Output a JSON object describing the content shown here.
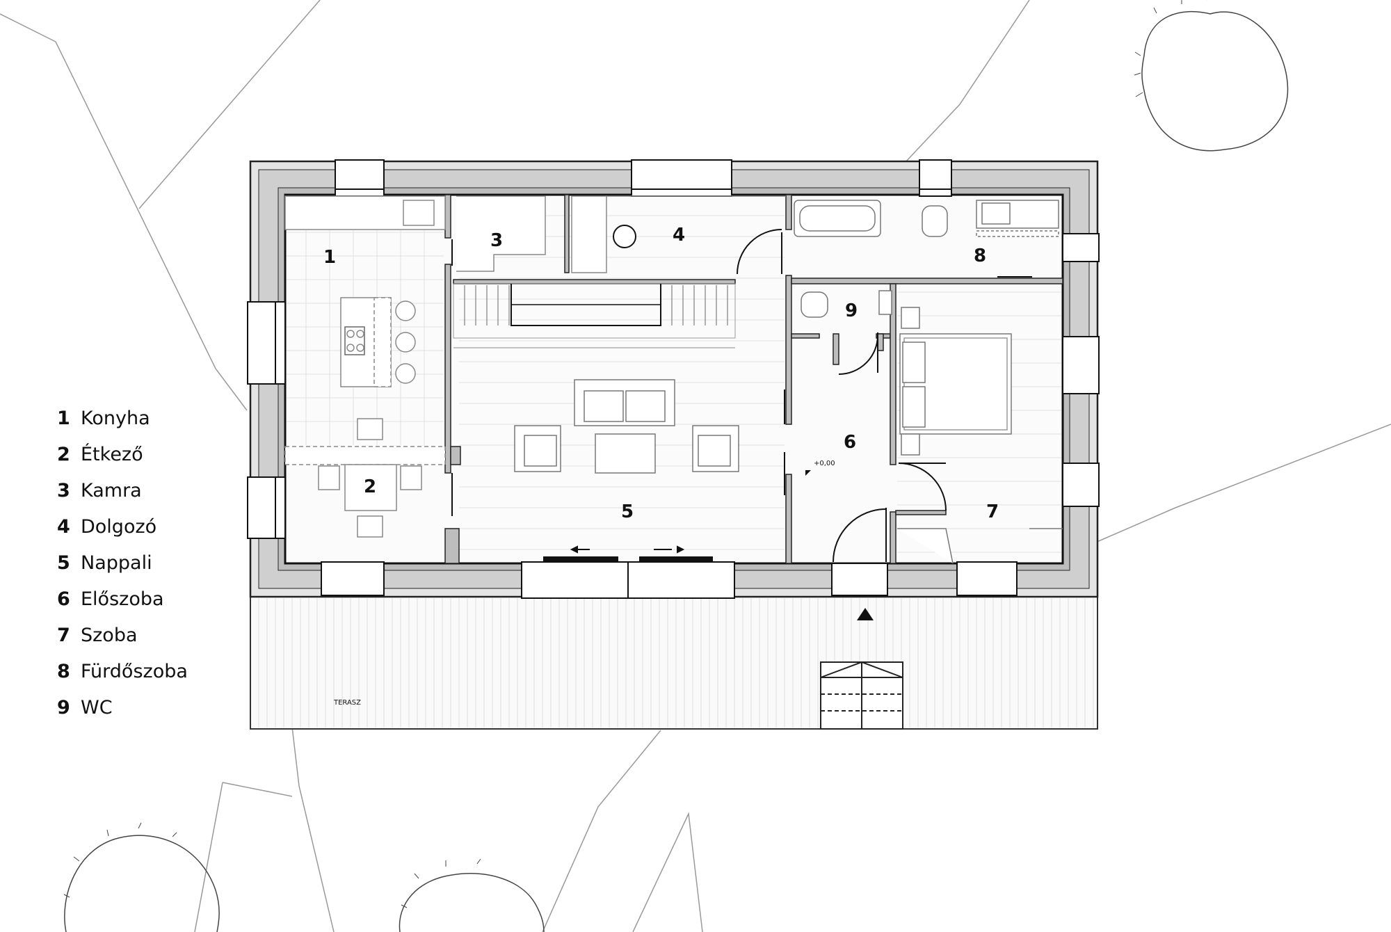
{
  "rooms": [
    {
      "num": "1",
      "name": "Konyha"
    },
    {
      "num": "2",
      "name": "Étkező"
    },
    {
      "num": "3",
      "name": "Kamra"
    },
    {
      "num": "4",
      "name": "Dolgozó"
    },
    {
      "num": "5",
      "name": "Nappali"
    },
    {
      "num": "6",
      "name": "Előszoba"
    },
    {
      "num": "7",
      "name": "Szoba"
    },
    {
      "num": "8",
      "name": "Fürdőszoba"
    },
    {
      "num": "9",
      "name": "WC"
    }
  ],
  "plan": {
    "terrace_label": "TERASZ",
    "level_label": "+0,00"
  }
}
